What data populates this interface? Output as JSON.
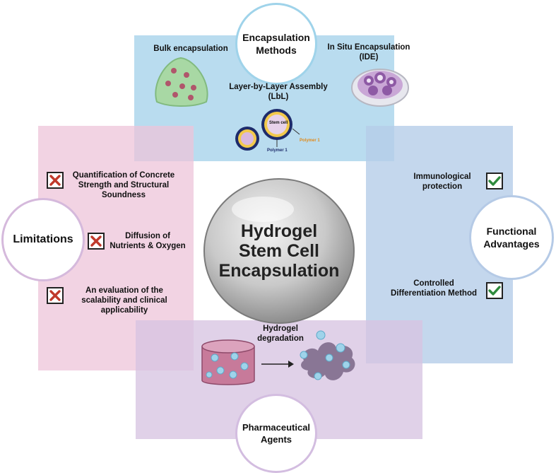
{
  "methods": {
    "title_line1": "Encapsulation",
    "title_line2": "Methods",
    "bulk": "Bulk encapsulation",
    "insitu_line1": "In Situ Encapsulation",
    "insitu_line2": "(IDE)",
    "lbl_line1": "Layer-by-Layer Assembly",
    "lbl_line2": "(LbL)",
    "stem_cell": "Stem cell",
    "polymer1_a": "Polymer 1",
    "polymer1_b": "Polymer 1"
  },
  "center": {
    "line1": "Hydrogel",
    "line2": "Stem Cell",
    "line3": "Encapsulation"
  },
  "limitations": {
    "title": "Limitations",
    "items": [
      {
        "line1": "Quantification of Concrete",
        "line2": "Strength and Structural",
        "line3": "Soundness"
      },
      {
        "line1": "Diffusion of",
        "line2": "Nutrients & Oxygen"
      },
      {
        "line1": "An evaluation of the",
        "line2": "scalability and clinical",
        "line3": "applicability"
      }
    ]
  },
  "advantages": {
    "title_line1": "Functional",
    "title_line2": "Advantages",
    "items": [
      {
        "line1": "Immunological",
        "line2": "protection"
      },
      {
        "line1": "Controlled",
        "line2": "Differentiation Method"
      }
    ]
  },
  "agents": {
    "title_line1": "Pharmaceutical",
    "title_line2": "Agents",
    "degradation_line1": "Hydrogel",
    "degradation_line2": "degradation"
  },
  "colors": {
    "cross": "#c0392b",
    "check": "#2e8b3d",
    "stem_ring": "#f2c94c",
    "stem_core": "#d9b8df"
  }
}
